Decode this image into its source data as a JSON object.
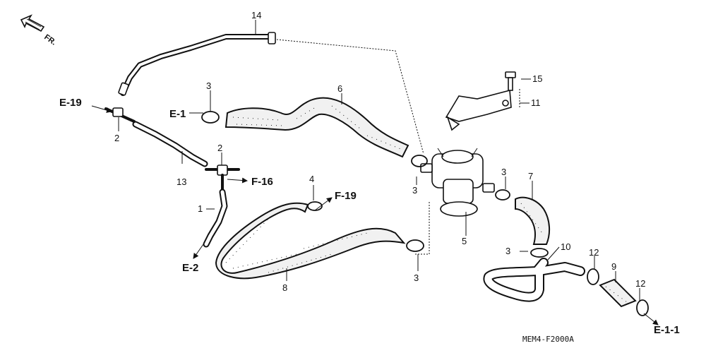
{
  "diagram": {
    "part_numbers": {
      "p1": "1",
      "p2a": "2",
      "p2b": "2",
      "p3a": "3",
      "p3b": "3",
      "p3c": "3",
      "p3d": "3",
      "p3e": "3",
      "p4": "4",
      "p5": "5",
      "p6": "6",
      "p7": "7",
      "p8": "8",
      "p9": "9",
      "p10": "10",
      "p11": "11",
      "p12a": "12",
      "p12b": "12",
      "p13": "13",
      "p14": "14",
      "p15": "15"
    },
    "references": {
      "e19": "E-19",
      "e1": "E-1",
      "f16": "F-16",
      "f19": "F-19",
      "e2": "E-2",
      "e11": "E-1-1"
    },
    "direction_marker": "FR.",
    "drawing_code": "MEM4-F2000A"
  }
}
